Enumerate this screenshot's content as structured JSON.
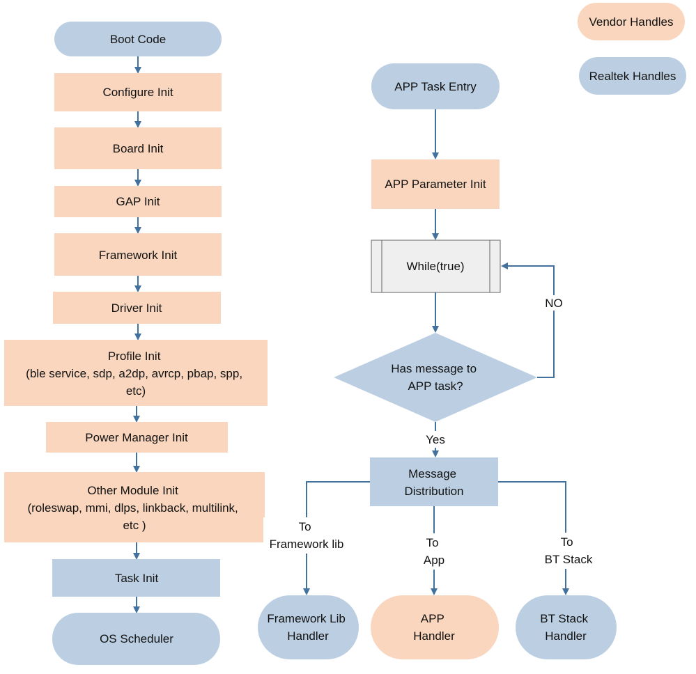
{
  "colors": {
    "vendor": "#f9d6bd",
    "realtek": "#bccfe2",
    "loop_box": "#efefef",
    "arrow": "#41719c",
    "loop_border": "#666666"
  },
  "legend": {
    "vendor": "Vendor Handles",
    "realtek": "Realtek Handles"
  },
  "init_flow": {
    "boot_code": "Boot Code",
    "configure_init": "Configure Init",
    "board_init": "Board Init",
    "gap_init": "GAP Init",
    "framework_init": "Framework Init",
    "driver_init": "Driver Init",
    "profile_init": [
      "Profile Init",
      "(ble service, sdp, a2dp, avrcp, pbap, spp,",
      "etc)"
    ],
    "power_manager_init": "Power Manager Init",
    "other_module_init": [
      "Other Module Init",
      "(roleswap,  mmi, dlps, linkback, multilink,",
      "etc )"
    ],
    "task_init": "Task  Init",
    "os_scheduler": "OS Scheduler"
  },
  "app_flow": {
    "app_task_entry": "APP Task Entry",
    "app_parameter_init": "APP Parameter Init",
    "while_true": "While(true)",
    "decision": [
      "Has message to",
      "APP task?"
    ],
    "no_label": "NO",
    "yes_label": "Yes",
    "message_distribution": [
      "Message",
      "Distribution"
    ],
    "to_framework": [
      "To",
      "Framework lib"
    ],
    "to_app": [
      "To",
      "App"
    ],
    "to_bt_stack": [
      "To",
      "BT Stack"
    ],
    "framework_lib_handler": [
      "Framework Lib",
      "Handler"
    ],
    "app_handler": [
      "APP",
      "Handler"
    ],
    "bt_stack_handler": [
      "BT Stack",
      "Handler"
    ]
  }
}
